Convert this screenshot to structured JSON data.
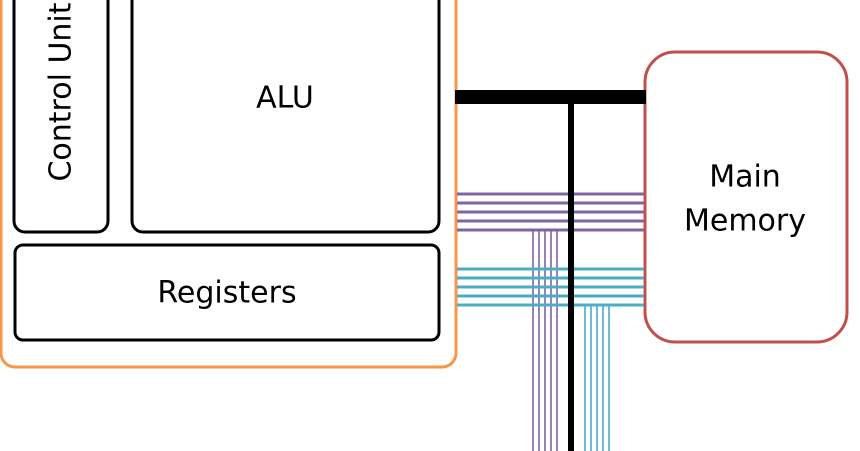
{
  "blocks": {
    "control_unit": "Control Unit",
    "alu": "ALU",
    "registers": "Registers",
    "main_memory_line1": "Main",
    "main_memory_line2": "Memory"
  },
  "colors": {
    "cpu_border": "#F79646",
    "memory_border": "#C0504D",
    "block_border": "#000000",
    "bus_black": "#000000",
    "bus_purple": "#8064A2",
    "bus_teal": "#4BACC6"
  }
}
